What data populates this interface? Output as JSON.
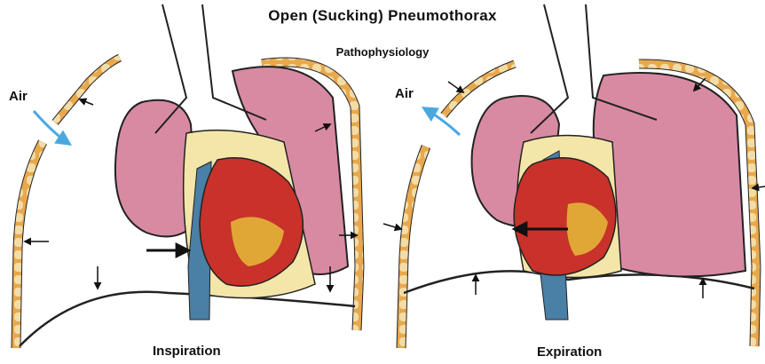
{
  "title": "Open (Sucking) Pneumothorax",
  "subtitle": "Pathophysiology",
  "panels": [
    {
      "air_label": "Air",
      "caption": "Inspiration"
    },
    {
      "air_label": "Air",
      "caption": "Expiration"
    }
  ],
  "colors": {
    "chest_wall": "#e8a84c",
    "rib_segment": "#f3dca6",
    "lung": "#d98aa3",
    "lung_dark": "#b8566f",
    "trachea": "#ffffff",
    "mediastinum": "#f3e6a8",
    "heart_red": "#c8322a",
    "heart_yellow": "#e7c43a",
    "aorta_blue": "#4a7fa6",
    "air_arrow": "#4aa8e0",
    "outline": "#222222"
  },
  "icons": [
    "air-flow-arrow",
    "pressure-arrow",
    "heart-illustration",
    "lung-illustration"
  ]
}
